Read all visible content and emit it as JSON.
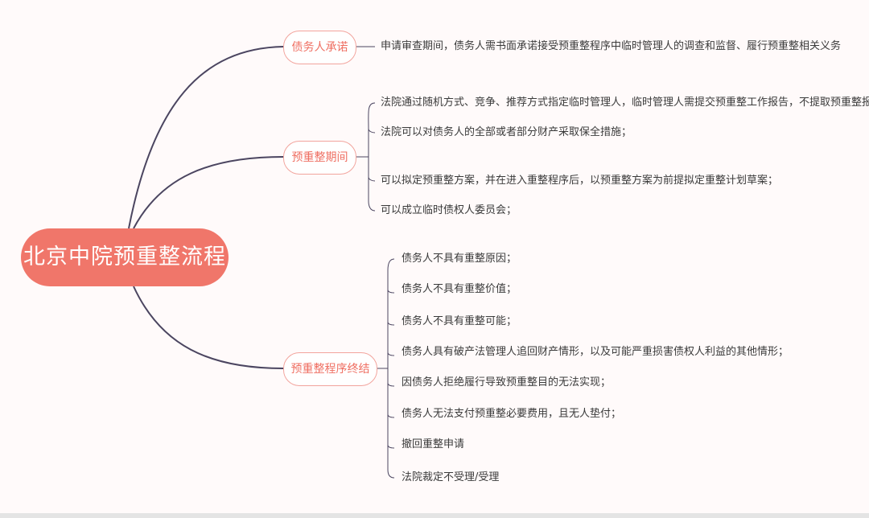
{
  "root": {
    "label": "北京中院预重整流程"
  },
  "branches": [
    {
      "label": "债务人承诺",
      "items": [
        "申请审查期间，债务人需书面承诺接受预重整程序中临时管理人的调查和监督、履行预重整相关义务"
      ]
    },
    {
      "label": "预重整期间",
      "items": [
        "法院通过随机方式、竞争、推荐方式指定临时管理人，临时管理人需提交预重整工作报告，不提取预重整报酬",
        "法院可以对债务人的全部或者部分财产采取保全措施；",
        "可以拟定预重整方案，并在进入重整程序后，以预重整方案为前提拟定重整计划草案；",
        "可以成立临时债权人委员会；"
      ]
    },
    {
      "label": "预重整程序终结",
      "items": [
        "债务人不具有重整原因；",
        "债务人不具有重整价值；",
        "债务人不具有重整可能；",
        "债务人具有破产法管理人追回财产情形，以及可能严重损害债权人利益的其他情形；",
        "因债务人拒绝履行导致预重整目的无法实现；",
        "债务人无法支付预重整必要费用，且无人垫付；",
        "撤回重整申请",
        "法院裁定不受理/受理"
      ]
    }
  ],
  "colors": {
    "root": "#f0766a",
    "branch_border": "#f2a49d",
    "branch_text": "#ef6e61",
    "line": "#4b4560"
  }
}
